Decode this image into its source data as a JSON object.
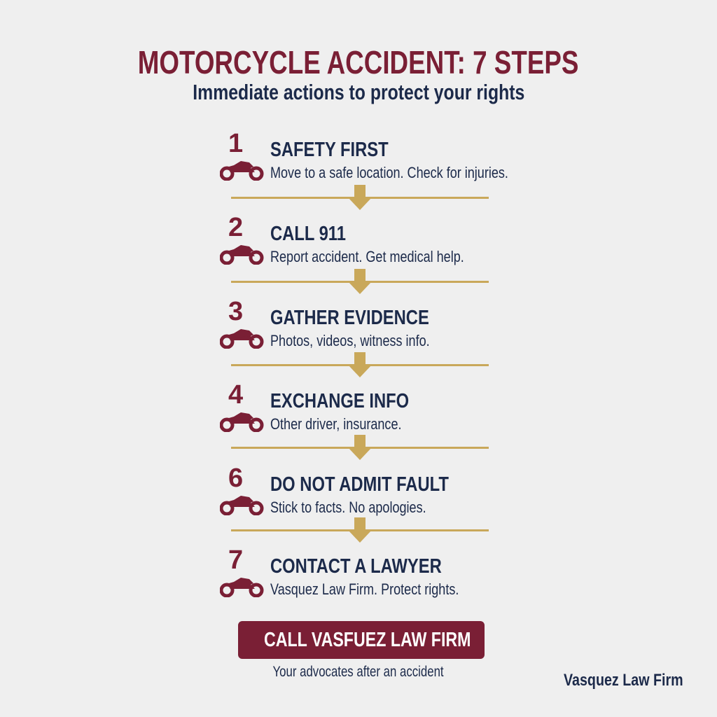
{
  "header": {
    "title": "MOTORCYCLE ACCIDENT: 7 STEPS",
    "subtitle": "Immediate actions to protect your rights"
  },
  "colors": {
    "brand": "#7a1f35",
    "navy": "#1c2a4a",
    "gold": "#c9a85a",
    "background": "#efefef"
  },
  "steps": [
    {
      "number": "1",
      "icon": "motorcycle-icon",
      "title": "SAFETY FIRST",
      "desc": "Move to a safe location. Check for injuries."
    },
    {
      "number": "2",
      "icon": "motorcycle-icon",
      "title": "CALL 911",
      "desc": "Report accident. Get medical help."
    },
    {
      "number": "3",
      "icon": "motorcycle-icon",
      "title": "GATHER EVIDENCE",
      "desc": "Photos, videos, witness info."
    },
    {
      "number": "4",
      "icon": "motorcycle-icon",
      "title": "EXCHANGE INFO",
      "desc": "Other driver, insurance."
    },
    {
      "number": "6",
      "icon": "motorcycle-icon",
      "title": "DO NOT ADMIT FAULT",
      "desc": "Stick to facts. No apologies."
    },
    {
      "number": "7",
      "icon": "motorcycle-icon",
      "title": "CONTACT A LAWYER",
      "desc": "Vasquez Law Firm. Protect rights."
    }
  ],
  "cta": {
    "label": "CALL VASFUEZ LAW FIRM",
    "tagline": "Your advocates after an accident"
  },
  "footer": {
    "brand": "Vasquez Law Firm"
  }
}
